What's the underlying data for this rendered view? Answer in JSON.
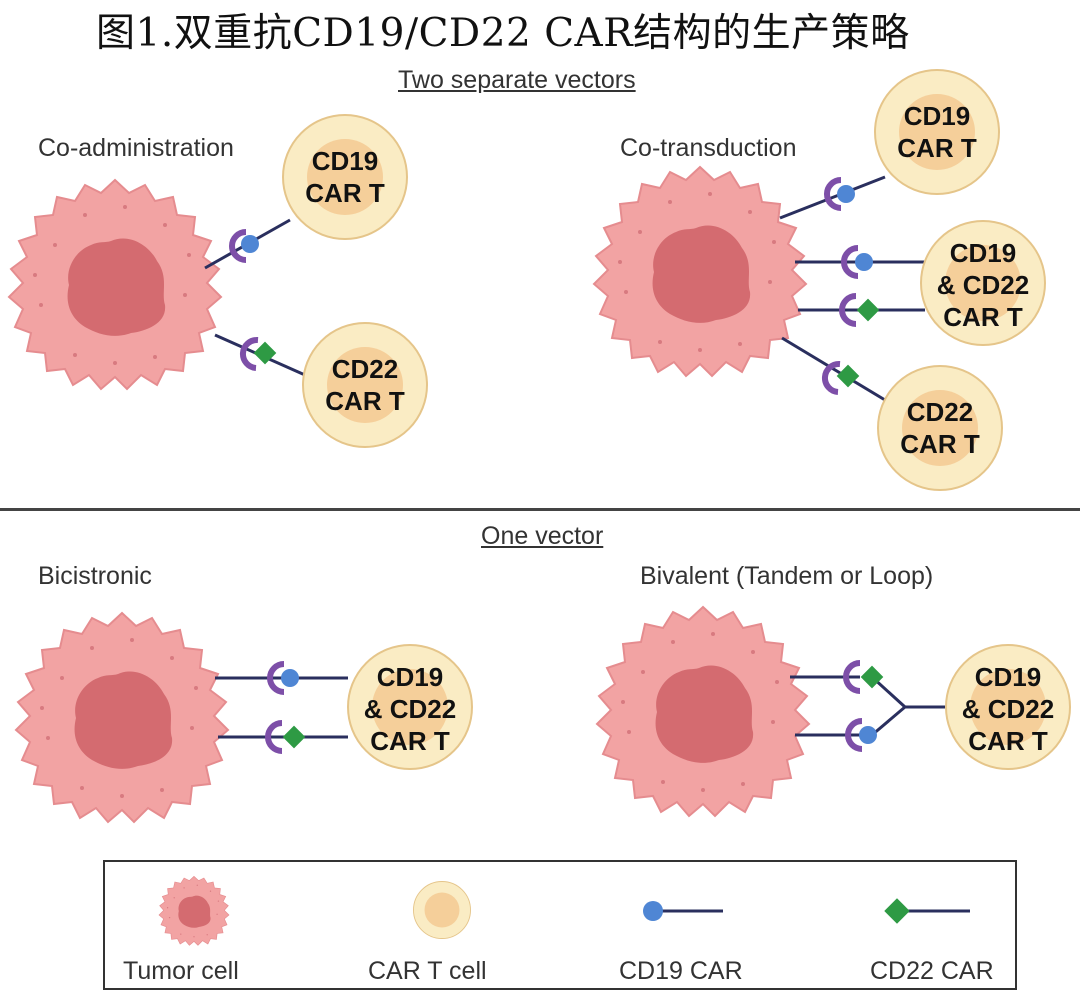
{
  "figure_title": "图1.双重抗CD19/CD22 CAR结构的生产策略",
  "sections": {
    "top": "Two separate vectors",
    "bottom": "One vector"
  },
  "panels": {
    "co_administration": {
      "label": "Co-administration",
      "cell_a": [
        "CD19",
        "CAR T"
      ],
      "cell_b": [
        "CD22",
        "CAR T"
      ]
    },
    "co_transduction": {
      "label": "Co-transduction",
      "cell_a": [
        "CD19",
        "CAR T"
      ],
      "cell_b": [
        "CD19",
        "& CD22",
        "CAR T"
      ],
      "cell_c": [
        "CD22",
        "CAR T"
      ]
    },
    "bicistronic": {
      "label": "Bicistronic",
      "cell": [
        "CD19",
        "& CD22",
        "CAR T"
      ]
    },
    "bivalent": {
      "label": "Bivalent (Tandem or Loop)",
      "cell": [
        "CD19",
        "& CD22",
        "CAR T"
      ]
    }
  },
  "legend": {
    "tumor_cell": "Tumor cell",
    "car_t_cell": "CAR T cell",
    "cd19_car": "CD19 CAR",
    "cd22_car": "CD22 CAR"
  },
  "colors": {
    "tumor": "#f2a3a3",
    "tumor_nucleus": "#d46b70",
    "cart": "#faecc4",
    "cart_inner": "#f5cf9a",
    "cd19": "#4f86d4",
    "cd22": "#2e9a44",
    "receptor": "#7d4fa8",
    "line": "#2a2f5e"
  }
}
